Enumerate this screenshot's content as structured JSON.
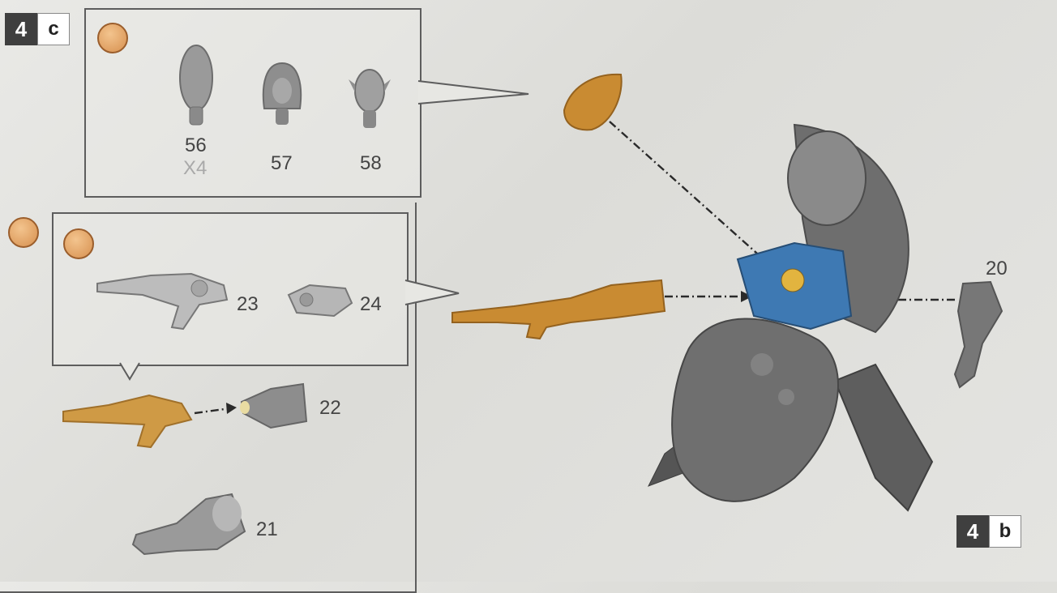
{
  "steps": {
    "c": {
      "number": "4",
      "letter": "c"
    },
    "b": {
      "number": "4",
      "letter": "b"
    }
  },
  "part_labels": {
    "p56": "56",
    "p56_qty": "X4",
    "p57": "57",
    "p58": "58",
    "p23": "23",
    "p24": "24",
    "p22": "22",
    "p21": "21",
    "p20": "20"
  },
  "icons": [
    "three-heads-symbol-icon",
    "head-part-icon",
    "rifle-part-icon",
    "arm-part-icon",
    "assembly-arrow-icon"
  ],
  "colors": {
    "highlight_gold": "#c98b32",
    "new_part_blue": "#3e79b3",
    "grey_plastic": "#8c8c8c",
    "badge_dark": "#3f3f3f"
  }
}
